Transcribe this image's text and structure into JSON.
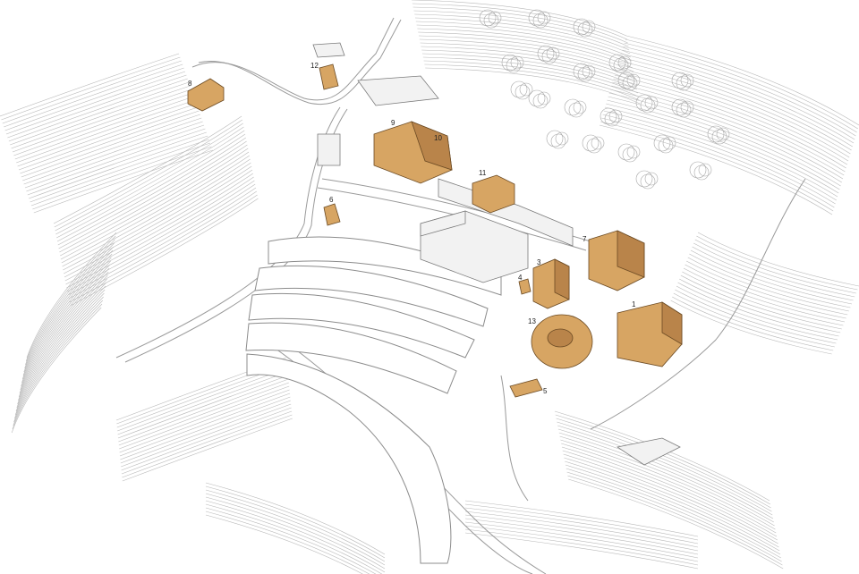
{
  "labels": {
    "l1": "1",
    "l3": "3",
    "l4": "4",
    "l5": "5",
    "l6": "6",
    "l7": "7",
    "l8": "8",
    "l9": "9",
    "l10": "10",
    "l11": "11",
    "l12": "12",
    "l13": "13"
  },
  "colors": {
    "wood": "#d7a563",
    "wood_dark": "#b9844a",
    "outline": "#6b4a23",
    "contour": "#b9b9b9"
  }
}
